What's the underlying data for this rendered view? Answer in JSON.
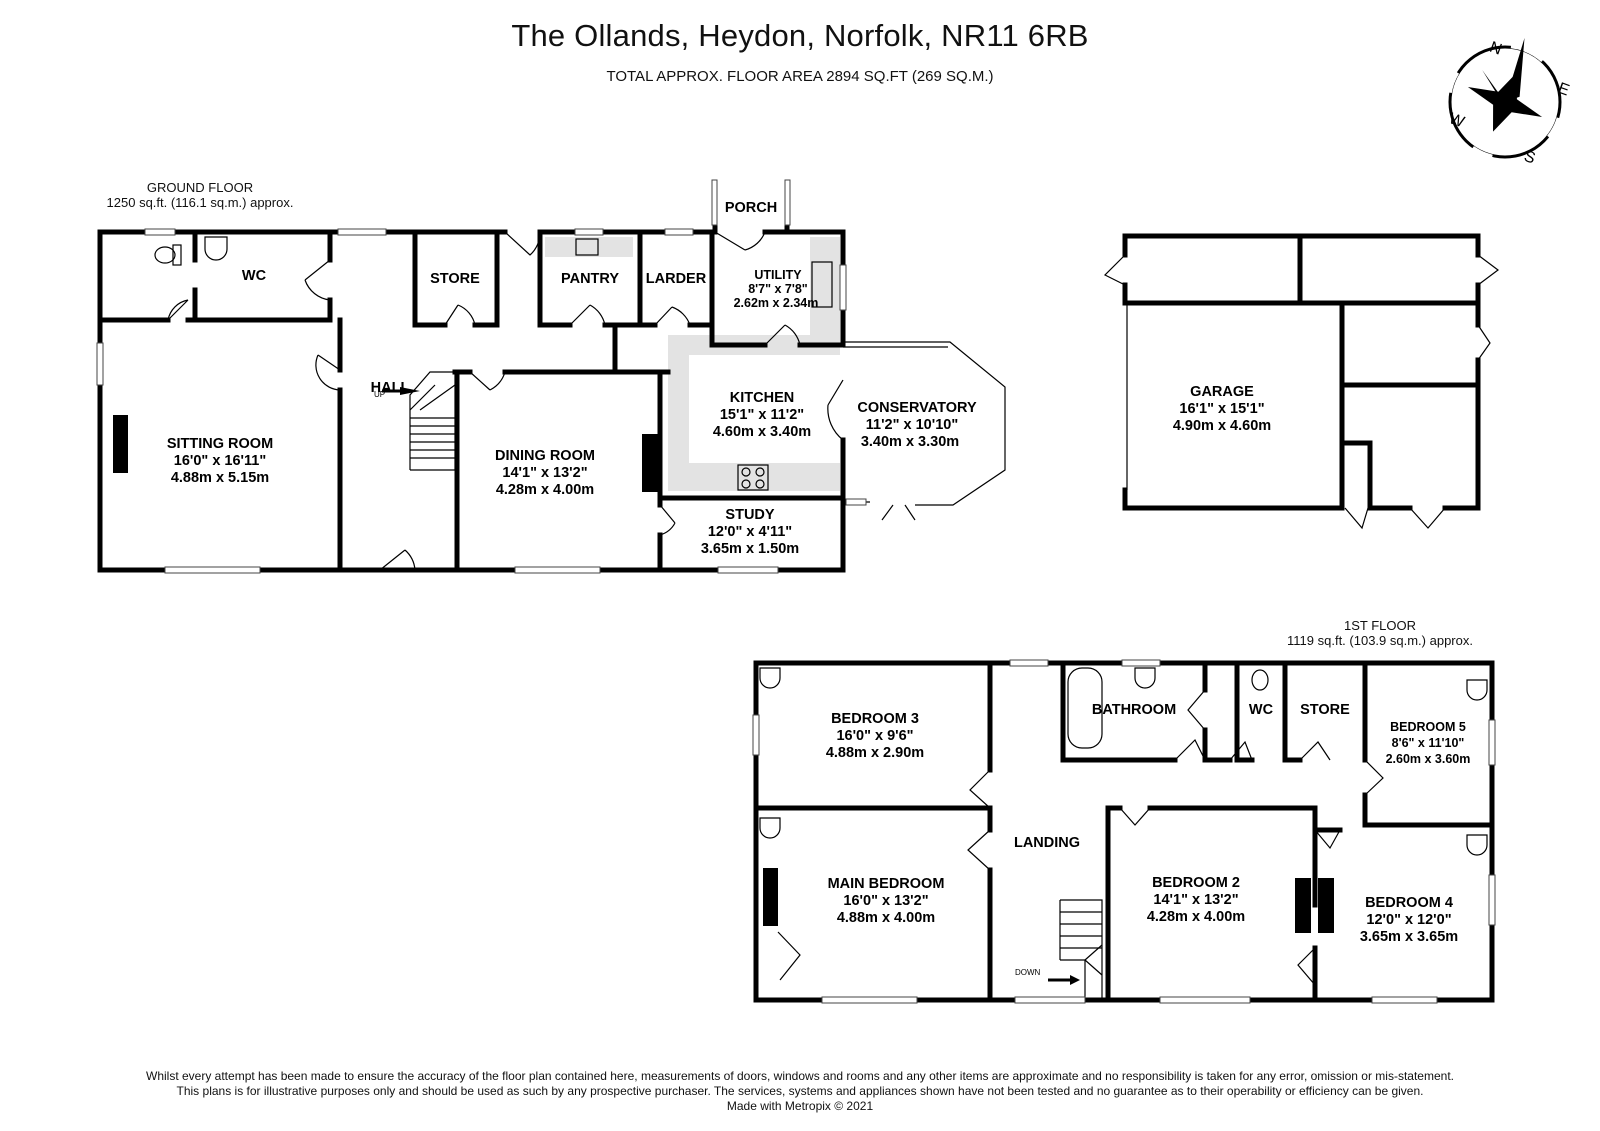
{
  "header": {
    "title": "The Ollands, Heydon, Norfolk, NR11 6RB",
    "subtitle": "TOTAL APPROX. FLOOR AREA 2894 SQ.FT (269 SQ.M.)"
  },
  "compass": {
    "n": "N",
    "e": "E",
    "s": "S",
    "w": "W"
  },
  "ground_floor": {
    "label": "GROUND FLOOR",
    "area": "1250 sq.ft. (116.1 sq.m.) approx.",
    "rooms": {
      "wc": {
        "name": "WC"
      },
      "store": {
        "name": "STORE"
      },
      "pantry": {
        "name": "PANTRY"
      },
      "larder": {
        "name": "LARDER"
      },
      "porch": {
        "name": "PORCH"
      },
      "utility": {
        "name": "UTILITY",
        "imperial": "8'7\" x 7'8\"",
        "metric": "2.62m x 2.34m"
      },
      "hall": {
        "name": "HALL",
        "note": "UP"
      },
      "sitting": {
        "name": "SITTING ROOM",
        "imperial": "16'0\" x 16'11\"",
        "metric": "4.88m x 5.15m"
      },
      "dining": {
        "name": "DINING ROOM",
        "imperial": "14'1\" x 13'2\"",
        "metric": "4.28m x 4.00m"
      },
      "kitchen": {
        "name": "KITCHEN",
        "imperial": "15'1\" x 11'2\"",
        "metric": "4.60m x 3.40m"
      },
      "conservatory": {
        "name": "CONSERVATORY",
        "imperial": "11'2\" x 10'10\"",
        "metric": "3.40m x 3.30m"
      },
      "study": {
        "name": "STUDY",
        "imperial": "12'0\" x 4'11\"",
        "metric": "3.65m x 1.50m"
      }
    }
  },
  "garage": {
    "name": "GARAGE",
    "imperial": "16'1\" x 15'1\"",
    "metric": "4.90m x 4.60m"
  },
  "first_floor": {
    "label": "1ST FLOOR",
    "area": "1119 sq.ft. (103.9 sq.m.) approx.",
    "rooms": {
      "bedroom3": {
        "name": "BEDROOM 3",
        "imperial": "16'0\" x 9'6\"",
        "metric": "4.88m x 2.90m"
      },
      "bathroom": {
        "name": "BATHROOM"
      },
      "wc": {
        "name": "WC"
      },
      "store": {
        "name": "STORE"
      },
      "bedroom5": {
        "name": "BEDROOM 5",
        "imperial": "8'6\" x 11'10\"",
        "metric": "2.60m x 3.60m"
      },
      "landing": {
        "name": "LANDING",
        "note": "DOWN"
      },
      "main": {
        "name": "MAIN BEDROOM",
        "imperial": "16'0\" x 13'2\"",
        "metric": "4.88m x 4.00m"
      },
      "bedroom2": {
        "name": "BEDROOM 2",
        "imperial": "14'1\" x 13'2\"",
        "metric": "4.28m x 4.00m"
      },
      "bedroom4": {
        "name": "BEDROOM 4",
        "imperial": "12'0\" x 12'0\"",
        "metric": "3.65m x 3.65m"
      }
    }
  },
  "footer": {
    "line1": "Whilst every attempt has been made to ensure the accuracy of the floor plan contained here, measurements of doors, windows and rooms and any other items are approximate and no responsibility is taken for any error, omission or mis-statement.",
    "line2": "This plans is for illustrative purposes only and should be used as such by any prospective purchaser. The services, systems and appliances shown have not been tested and no guarantee as to their operability or efficiency can be given.",
    "line3": "Made with Metropix © 2021"
  }
}
